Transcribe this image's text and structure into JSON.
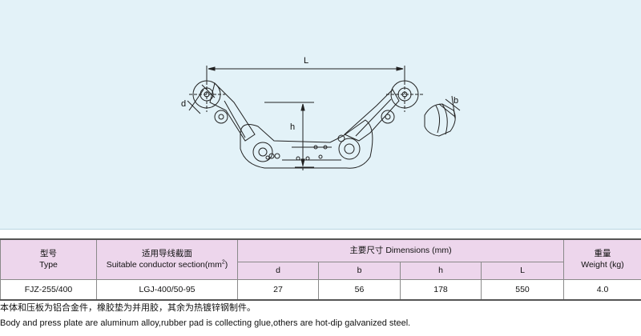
{
  "drawing": {
    "dim_L": "L",
    "dim_h": "h",
    "dim_d": "d",
    "dim_b": "b"
  },
  "table": {
    "col_model": {
      "zh": "型号",
      "en": "Type"
    },
    "col_conductor": {
      "zh": "适用导线截面",
      "en": "Suitable conductor section(mm",
      "sup": "2",
      "tail": ")"
    },
    "col_dimensions": {
      "label": "主要尺寸 Dimensions (mm)",
      "sub": [
        "d",
        "b",
        "h",
        "L"
      ]
    },
    "col_weight": {
      "zh": "重量",
      "en": "Weight (kg)"
    },
    "rows": [
      {
        "model": "FJZ-255/400",
        "conductor": "LGJ-400/50-95",
        "d": "27",
        "b": "56",
        "h": "178",
        "L": "550",
        "weight": "4.0"
      }
    ]
  },
  "notes": {
    "zh": "本体和压板为铝合金件，橡胶垫为并用胶，其余为热镀锌钢制件。",
    "en": "Body and press plate are aluminum alloy,rubber pad is collecting glue,others are hot-dip galvanized steel."
  },
  "colors": {
    "panel_bg": "#e3f2f8",
    "header_bg": "#edd6ec"
  }
}
